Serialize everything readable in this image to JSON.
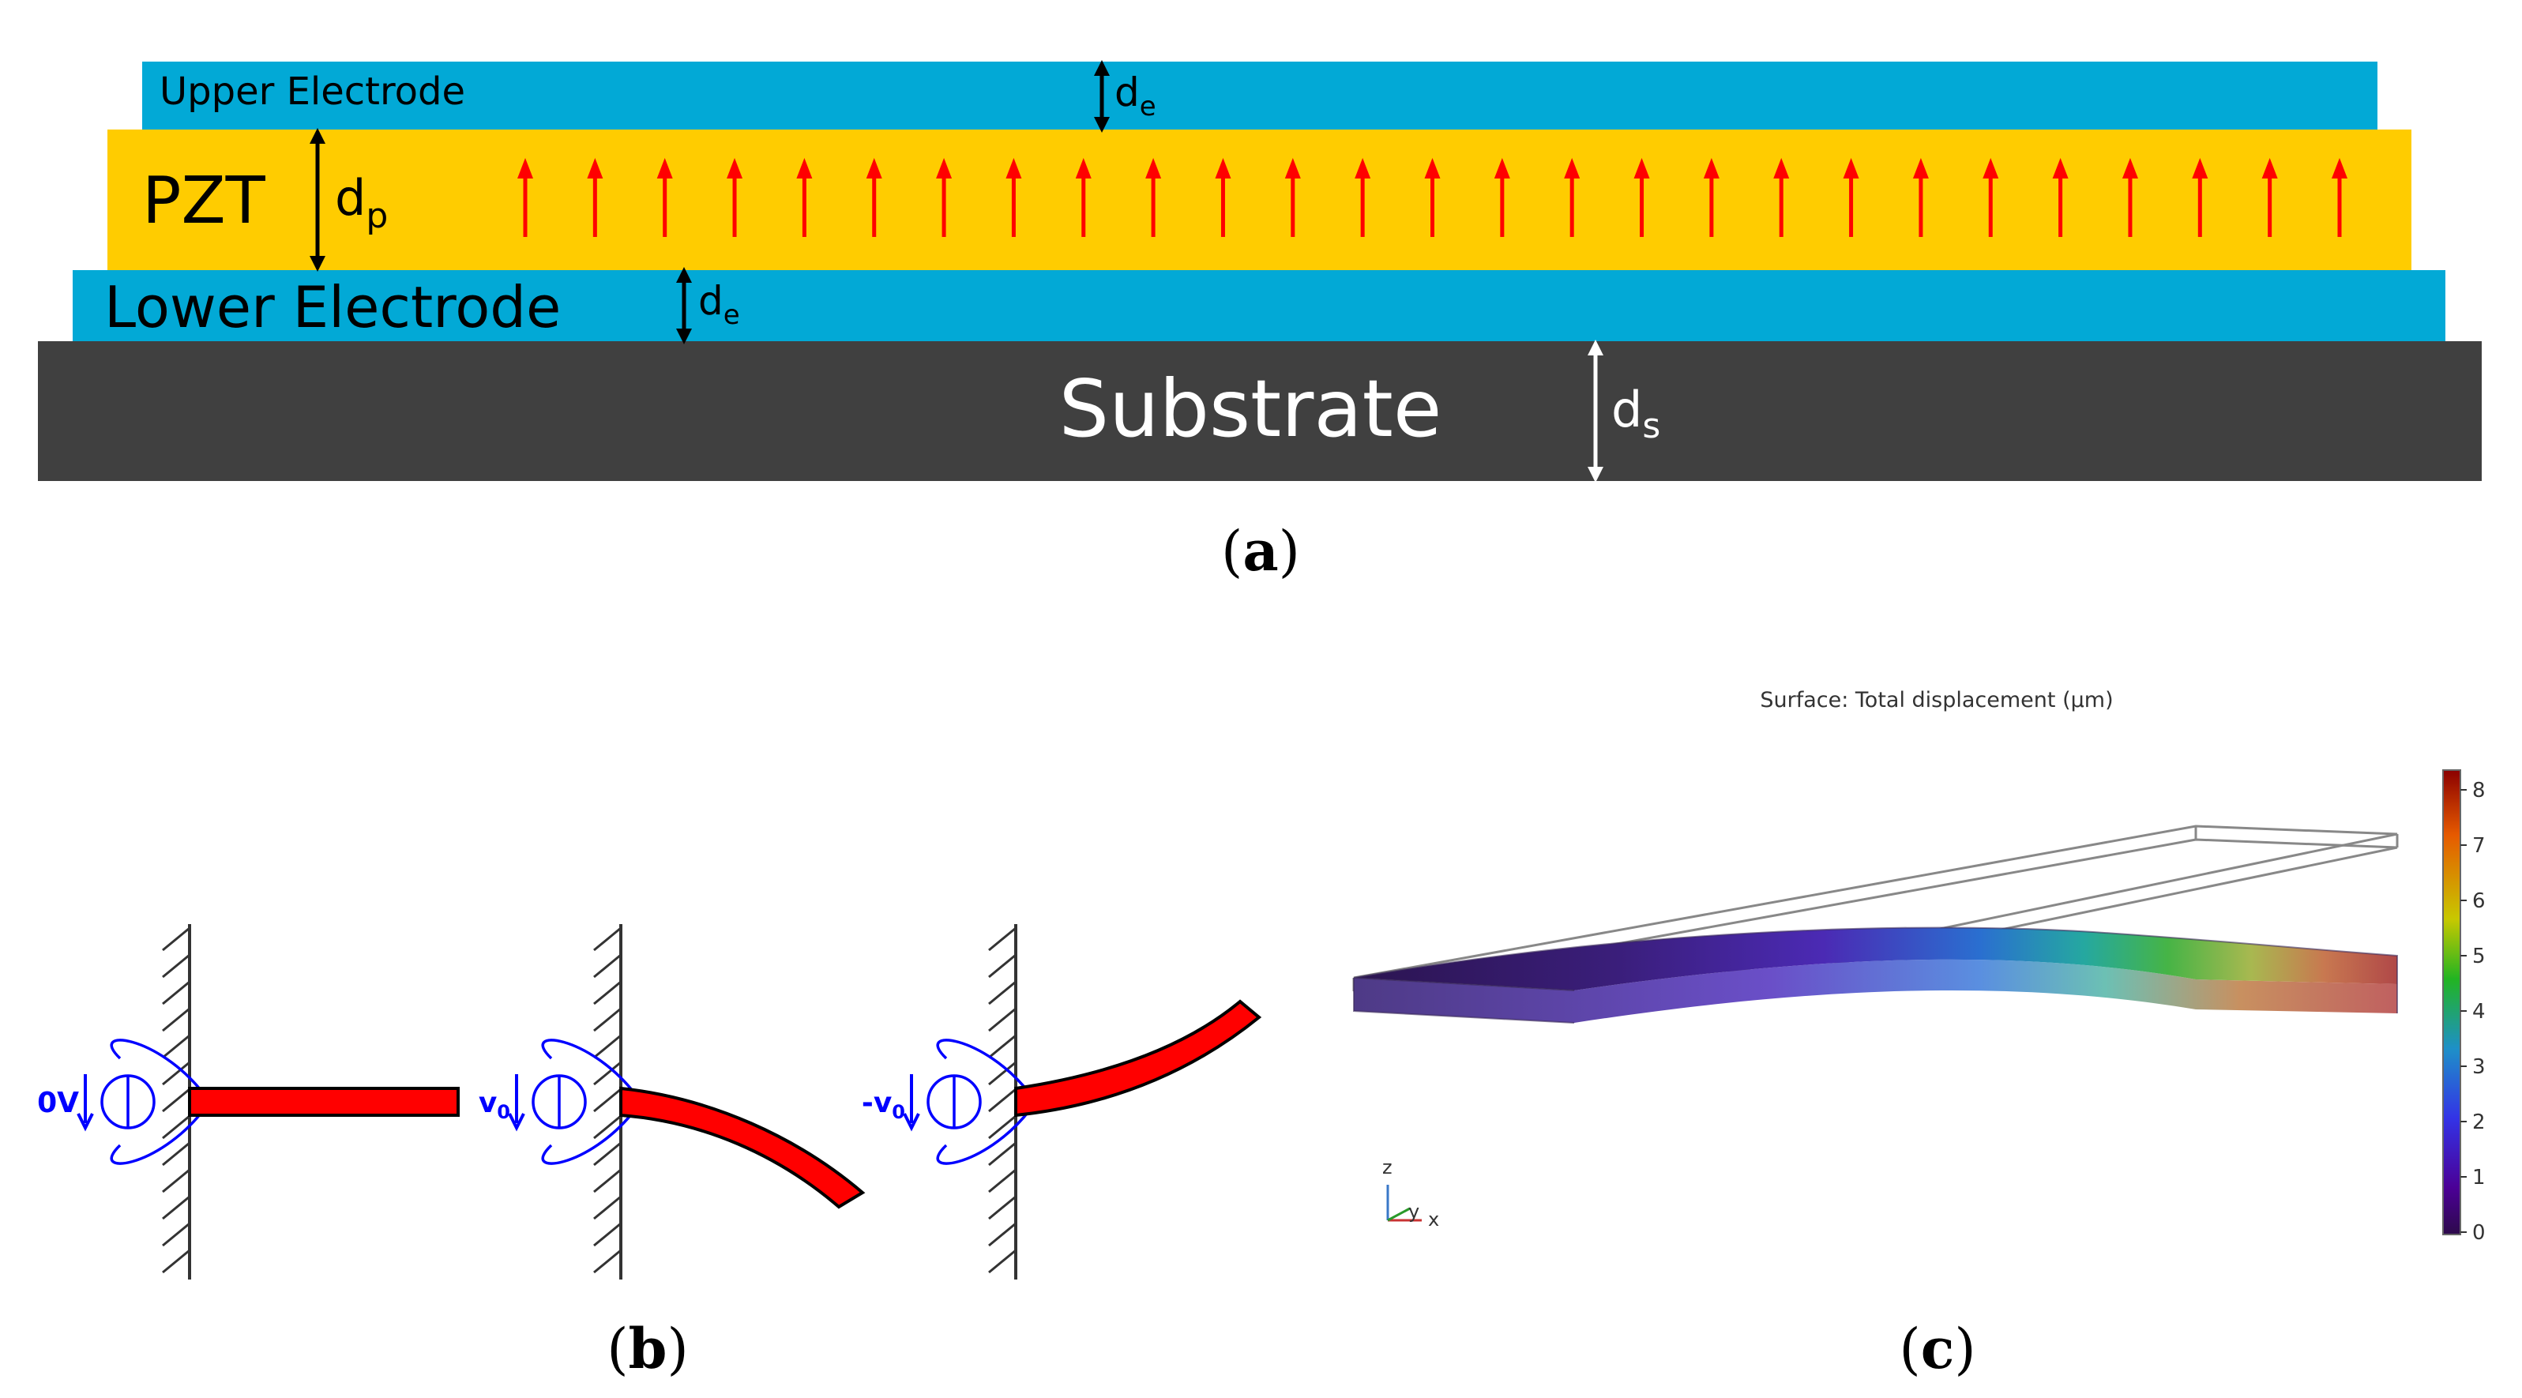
{
  "panel_a": {
    "caption_open": "(",
    "caption_letter": "a",
    "caption_close": ")",
    "upper_electrode_label": "Upper Electrode",
    "pzt_label": "PZT",
    "lower_electrode_label": "Lower Electrode",
    "substrate_label": "Substrate",
    "dim_upper_electrode": {
      "base": "d",
      "sub": "e"
    },
    "dim_pzt": {
      "base": "d",
      "sub": "p"
    },
    "dim_lower_electrode": {
      "base": "d",
      "sub": "e"
    },
    "dim_substrate": {
      "base": "d",
      "sub": "s"
    },
    "polarization_arrow_count": 27,
    "colors": {
      "electrode": "#02A9D6",
      "pzt": "#FFCC00",
      "substrate": "#404040",
      "polarization_arrow": "#FF0000"
    }
  },
  "panel_b": {
    "caption_open": "(",
    "caption_letter": "b",
    "caption_close": ")",
    "voltage_labels": [
      "0V",
      "v",
      "-v"
    ],
    "voltage_subscripts": [
      "",
      "0",
      "0"
    ],
    "colors": {
      "beam": "#FF0000",
      "circuit": "#0000FF",
      "wall": "#333333"
    }
  },
  "panel_c": {
    "caption_open": "(",
    "caption_letter": "c",
    "caption_close": ")",
    "plot_title": "Surface: Total displacement (µm)",
    "colorbar_ticks": [
      "8",
      "7",
      "6",
      "5",
      "4",
      "3",
      "2",
      "1",
      "0"
    ],
    "axes": {
      "z": "z",
      "y": "y",
      "x": "x"
    },
    "colorbar_stops": [
      "#8B0000",
      "#E65A00",
      "#C8C800",
      "#22B422",
      "#1E90C8",
      "#3333E6",
      "#4B0096",
      "#2D0A4B"
    ]
  }
}
